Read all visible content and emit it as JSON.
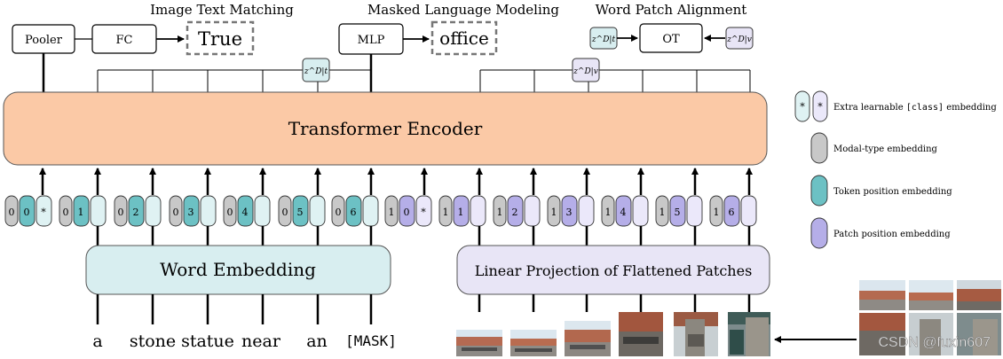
{
  "heads": {
    "itm_title": "Image Text Matching",
    "mlm_title": "Masked Language Modeling",
    "wpa_title": "Word Patch Alignment",
    "pooler": "Pooler",
    "fc": "FC",
    "itm_output": "True",
    "mlp": "MLP",
    "mlm_output": "office",
    "ot": "OT",
    "zt_label": "z^D|t",
    "zv_label": "z^D|v"
  },
  "encoder": {
    "title": "Transformer Encoder"
  },
  "text_side": {
    "embedding_label": "Word Embedding",
    "words": [
      "a",
      "stone",
      "statue",
      "near",
      "an",
      "[MASK]"
    ],
    "groups": [
      {
        "modal": "0",
        "pos": "0",
        "extra": "*"
      },
      {
        "modal": "0",
        "pos": "1"
      },
      {
        "modal": "0",
        "pos": "2"
      },
      {
        "modal": "0",
        "pos": "3"
      },
      {
        "modal": "0",
        "pos": "4"
      },
      {
        "modal": "0",
        "pos": "5"
      },
      {
        "modal": "0",
        "pos": "6"
      }
    ]
  },
  "image_side": {
    "embedding_label": "Linear Projection of Flattened Patches",
    "groups": [
      {
        "modal": "1",
        "pos": "0",
        "extra": "*"
      },
      {
        "modal": "1",
        "pos": "1"
      },
      {
        "modal": "1",
        "pos": "2"
      },
      {
        "modal": "1",
        "pos": "3"
      },
      {
        "modal": "1",
        "pos": "4"
      },
      {
        "modal": "1",
        "pos": "5"
      },
      {
        "modal": "1",
        "pos": "6"
      }
    ]
  },
  "legend": {
    "extra_prefix": "Extra learnable",
    "extra_code": "[class]",
    "extra_suffix": "embedding",
    "extra_symbol": "*",
    "modal": "Modal-type embedding",
    "token_pos": "Token position embedding",
    "patch_pos": "Patch position embedding"
  },
  "watermark": "CSDN @fuxin607",
  "colors": {
    "encoder_fill": "#fbc9a6",
    "word_emb_fill": "#d8eef0",
    "patch_emb_fill": "#e8e5f6",
    "modal_fill": "#c8c8c8",
    "token_pos_fill": "#6cc1c4",
    "patch_pos_fill": "#b5aee8",
    "class_text_fill": "#dff2f3",
    "class_img_fill": "#ebe8fa"
  }
}
